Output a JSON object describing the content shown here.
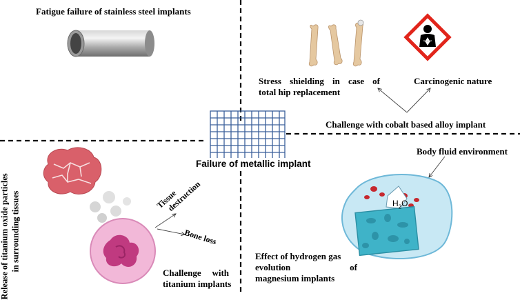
{
  "center": {
    "title": "Failure of metallic implant"
  },
  "top_left": {
    "label": "Fatigue failure of stainless steel implants"
  },
  "top_right": {
    "stress_label_line1": "Stress shielding in case of",
    "stress_label_line2": "total hip replacement",
    "carcinogenic_label": "Carcinogenic nature",
    "challenge_label": "Challenge with cobalt based alloy implant"
  },
  "bottom_left": {
    "release_line1": "Release of titanium oxide particles",
    "release_line2": "in surrounding tissues",
    "tissue_line1": "Tissue",
    "tissue_line2": "destruction",
    "bone_loss": "Bone loss",
    "challenge_line1": "Challenge with",
    "challenge_line2": "titanium implants"
  },
  "bottom_right": {
    "body_fluid": "Body fluid environment",
    "h2o_main": "H",
    "h2o_sub": "2",
    "h2o_end": "O",
    "effect_line1": "Effect of hydrogen gas",
    "effect_line2": "evolution of",
    "effect_line3": "magnesium implants"
  }
}
